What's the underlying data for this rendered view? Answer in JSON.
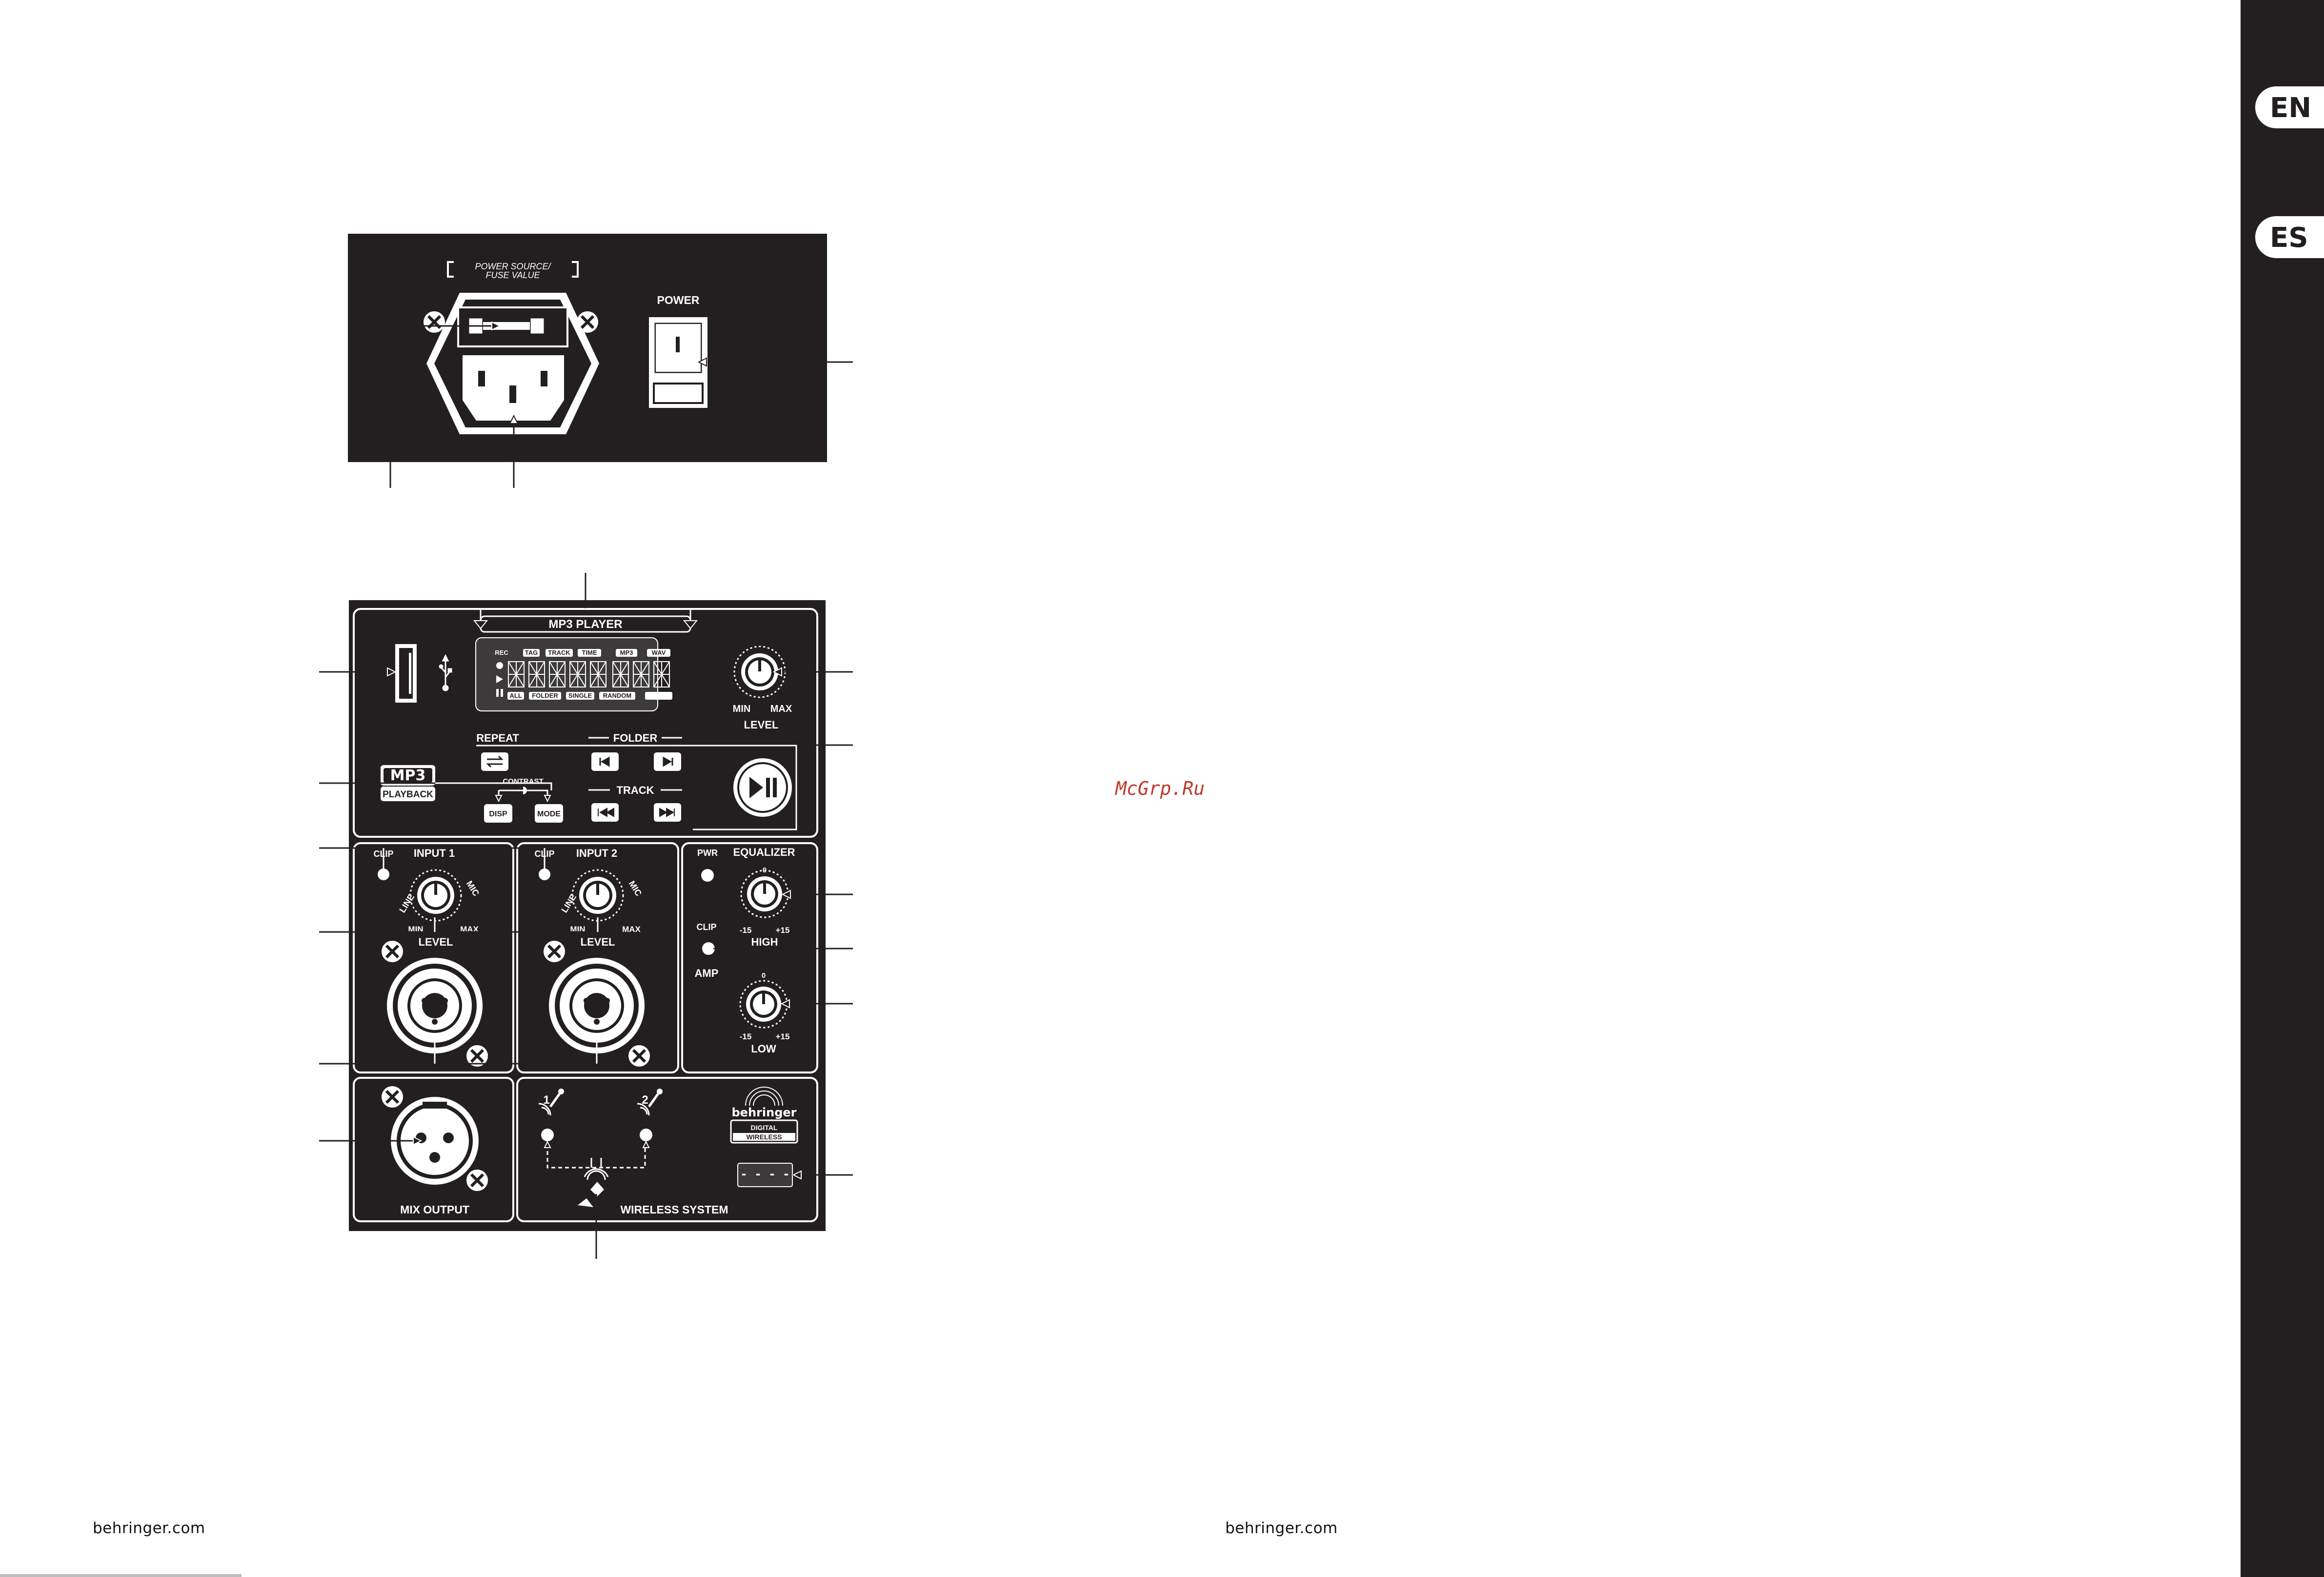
{
  "power_panel": {
    "fuse_label_line1": "POWER SOURCE/",
    "fuse_label_line2": "FUSE VALUE",
    "power_label": "POWER"
  },
  "mp3_panel": {
    "title": "MP3 PLAYER",
    "lcd_top": [
      "REC",
      "TAG",
      "TRACK",
      "TIME",
      "MP3",
      "WAV"
    ],
    "lcd_bottom": [
      "ALL",
      "FOLDER",
      "SINGLE",
      "RANDOM"
    ],
    "level_min": "MIN",
    "level_max": "MAX",
    "level_label": "LEVEL",
    "repeat_label": "REPEAT",
    "folder_label": "FOLDER",
    "track_label": "TRACK",
    "contrast_label": "CONTRAST",
    "disp_label": "DISP",
    "mode_label": "MODE",
    "logo_mp3": "MP3",
    "logo_playback": "PLAYBACK"
  },
  "inputs": [
    {
      "title": "INPUT 1",
      "clip": "CLIP",
      "line": "LINE",
      "mic": "MIC",
      "min": "MIN",
      "max": "MAX",
      "level": "LEVEL"
    },
    {
      "title": "INPUT 2",
      "clip": "CLIP",
      "line": "LINE",
      "mic": "MIC",
      "min": "MIN",
      "max": "MAX",
      "level": "LEVEL"
    }
  ],
  "equalizer": {
    "title": "EQUALIZER",
    "pwr": "PWR",
    "clip": "CLIP",
    "amp": "AMP",
    "high_min": "-15",
    "high_max": "+15",
    "high_label": "HIGH",
    "low_min": "-15",
    "low_max": "+15",
    "low_label": "LOW",
    "zero": "0"
  },
  "mix_output": {
    "label": "MIX OUTPUT"
  },
  "wireless": {
    "label": "WIRELESS SYSTEM",
    "ch1": "1",
    "ch2": "2",
    "brand": "behringer",
    "digital": "DIGITAL",
    "wireless_word": "WIRELESS",
    "display": "- - - -"
  },
  "page": {
    "footer_left": "behringer.com",
    "footer_right": "behringer.com",
    "watermark": "McGrp.Ru",
    "lang_en": "EN",
    "lang_es": "ES"
  },
  "colors": {
    "panel": "#231f20",
    "line": "#ffffff",
    "accent": "#c0392b"
  }
}
